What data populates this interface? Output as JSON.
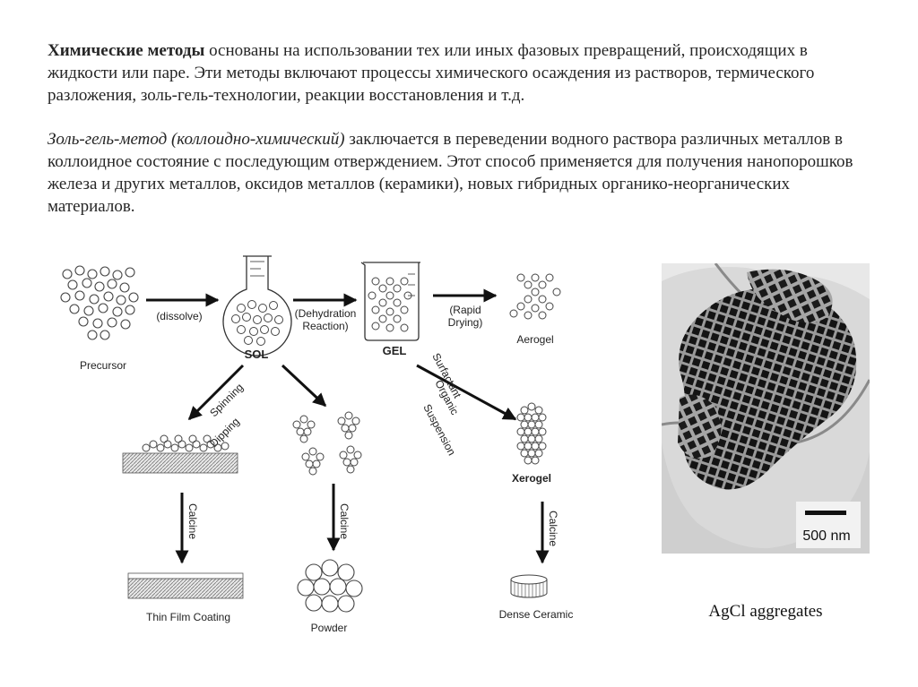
{
  "text": {
    "p1_bold": "Химические методы",
    "p1_rest": " основаны на использовании тех или иных фазовых превращений, происходящих в жидкости или паре. Эти методы включают процессы химического осаждения из растворов, термического разложения, золь-гель-технологии, реакции восстановления и т.д.",
    "p2_italic": "Золь-гель-метод (коллоидно-химический)",
    "p2_rest": " заключается в переведении  водного раствора различных металлов в коллоидное состояние с последующим отверждением. Этот способ применяется для получения нанопорошков железа и других металлов, оксидов металлов (керамики), новых гибридных органико-неорганических материалов."
  },
  "diagram": {
    "precursor": "Precursor",
    "dissolve": "(dissolve)",
    "sol": "SOL",
    "dehydration_1": "(Dehydration",
    "dehydration_2": "Reaction)",
    "gel": "GEL",
    "rapid_1": "(Rapid",
    "rapid_2": "Drying)",
    "aerogel": "Aerogel",
    "spinning": "Spinning",
    "dipping": "Dipping",
    "surfactant": "Surfactant",
    "organic": "Organic",
    "suspension": "Suspension",
    "xerogel": "Xerogel",
    "calcine": "Calcine",
    "thin_film": "Thin Film Coating",
    "powder": "Powder",
    "dense_ceramic": "Dense Ceramic"
  },
  "micrograph": {
    "scale_label": "500 nm",
    "caption": "AgCl aggregates"
  }
}
